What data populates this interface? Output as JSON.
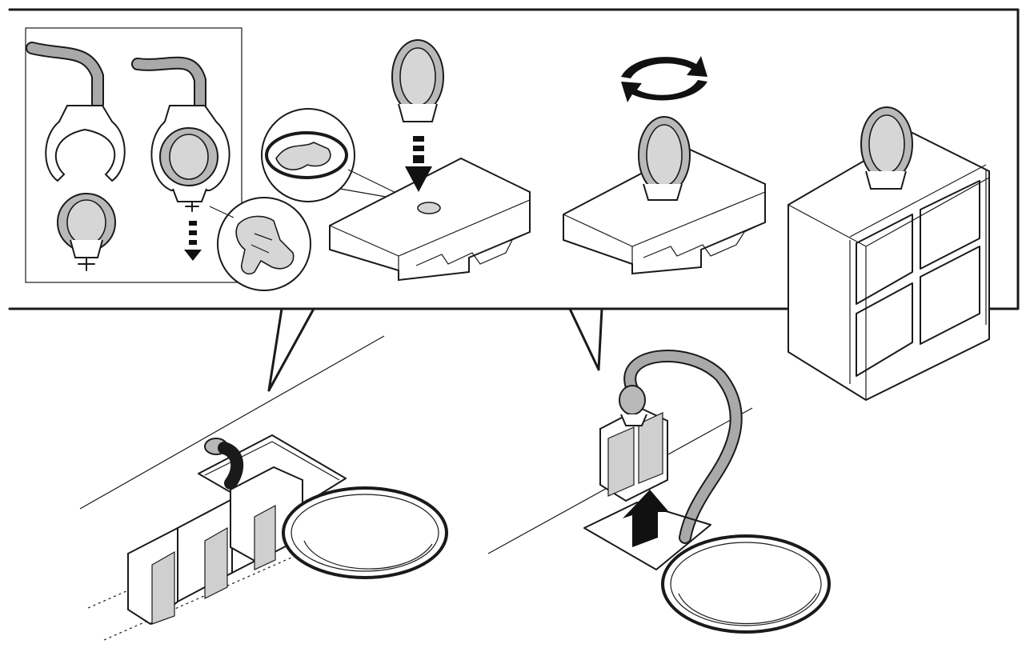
{
  "diagram": {
    "type": "instruction-illustration",
    "panels": [
      {
        "name": "hose-connector-detach",
        "description_shown": false
      },
      {
        "name": "adapter-insert-into-filter"
      },
      {
        "name": "adapter-rotate"
      },
      {
        "name": "filter-assembled"
      },
      {
        "name": "filters-in-duct"
      },
      {
        "name": "filter-lift-out"
      }
    ],
    "colors": {
      "ink": "#1a1a1a",
      "fill_grey": "#b9b9b9",
      "light_grey": "#d6d6d6",
      "paper": "#ffffff",
      "arrow": "#111111"
    },
    "icons": [
      "rotate-arrows-icon",
      "down-arrow-icon",
      "up-arrow-icon",
      "magnifier-callout-icon"
    ]
  }
}
